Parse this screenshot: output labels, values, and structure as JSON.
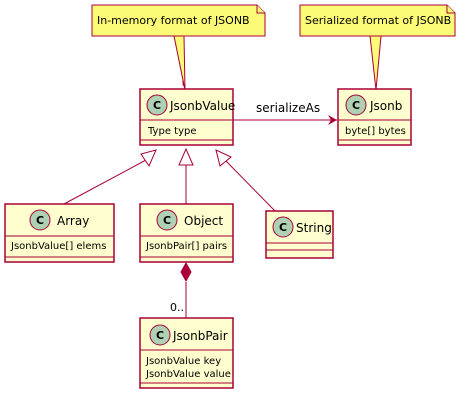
{
  "notes": [
    {
      "id": "note-jsonbvalue",
      "text": "In-memory format of JSONB"
    },
    {
      "id": "note-jsonb",
      "text": "Serialized format of JSONB"
    }
  ],
  "classes": {
    "jsonbvalue": {
      "stereotype": "C",
      "name": "JsonbValue",
      "fields": [
        "Type type"
      ]
    },
    "jsonb": {
      "stereotype": "C",
      "name": "Jsonb",
      "fields": [
        "byte[] bytes"
      ]
    },
    "array": {
      "stereotype": "C",
      "name": "Array",
      "fields": [
        "JsonbValue[] elems"
      ]
    },
    "object": {
      "stereotype": "C",
      "name": "Object",
      "fields": [
        "JsonbPair[] pairs"
      ]
    },
    "string": {
      "stereotype": "C",
      "name": "String",
      "fields": []
    },
    "jsonbpair": {
      "stereotype": "C",
      "name": "JsonbPair",
      "fields": [
        "JsonbValue key",
        "JsonbValue value"
      ]
    }
  },
  "relations": {
    "serialize_label": "serializeAs",
    "composition_multiplicity": "0.."
  },
  "colors": {
    "class_fill": "#FEFECE",
    "class_border": "#A80036",
    "note_fill": "#FBFB77",
    "note_border": "#A80036",
    "circle_fill": "#ADD1B2",
    "edge": "#A80036"
  }
}
